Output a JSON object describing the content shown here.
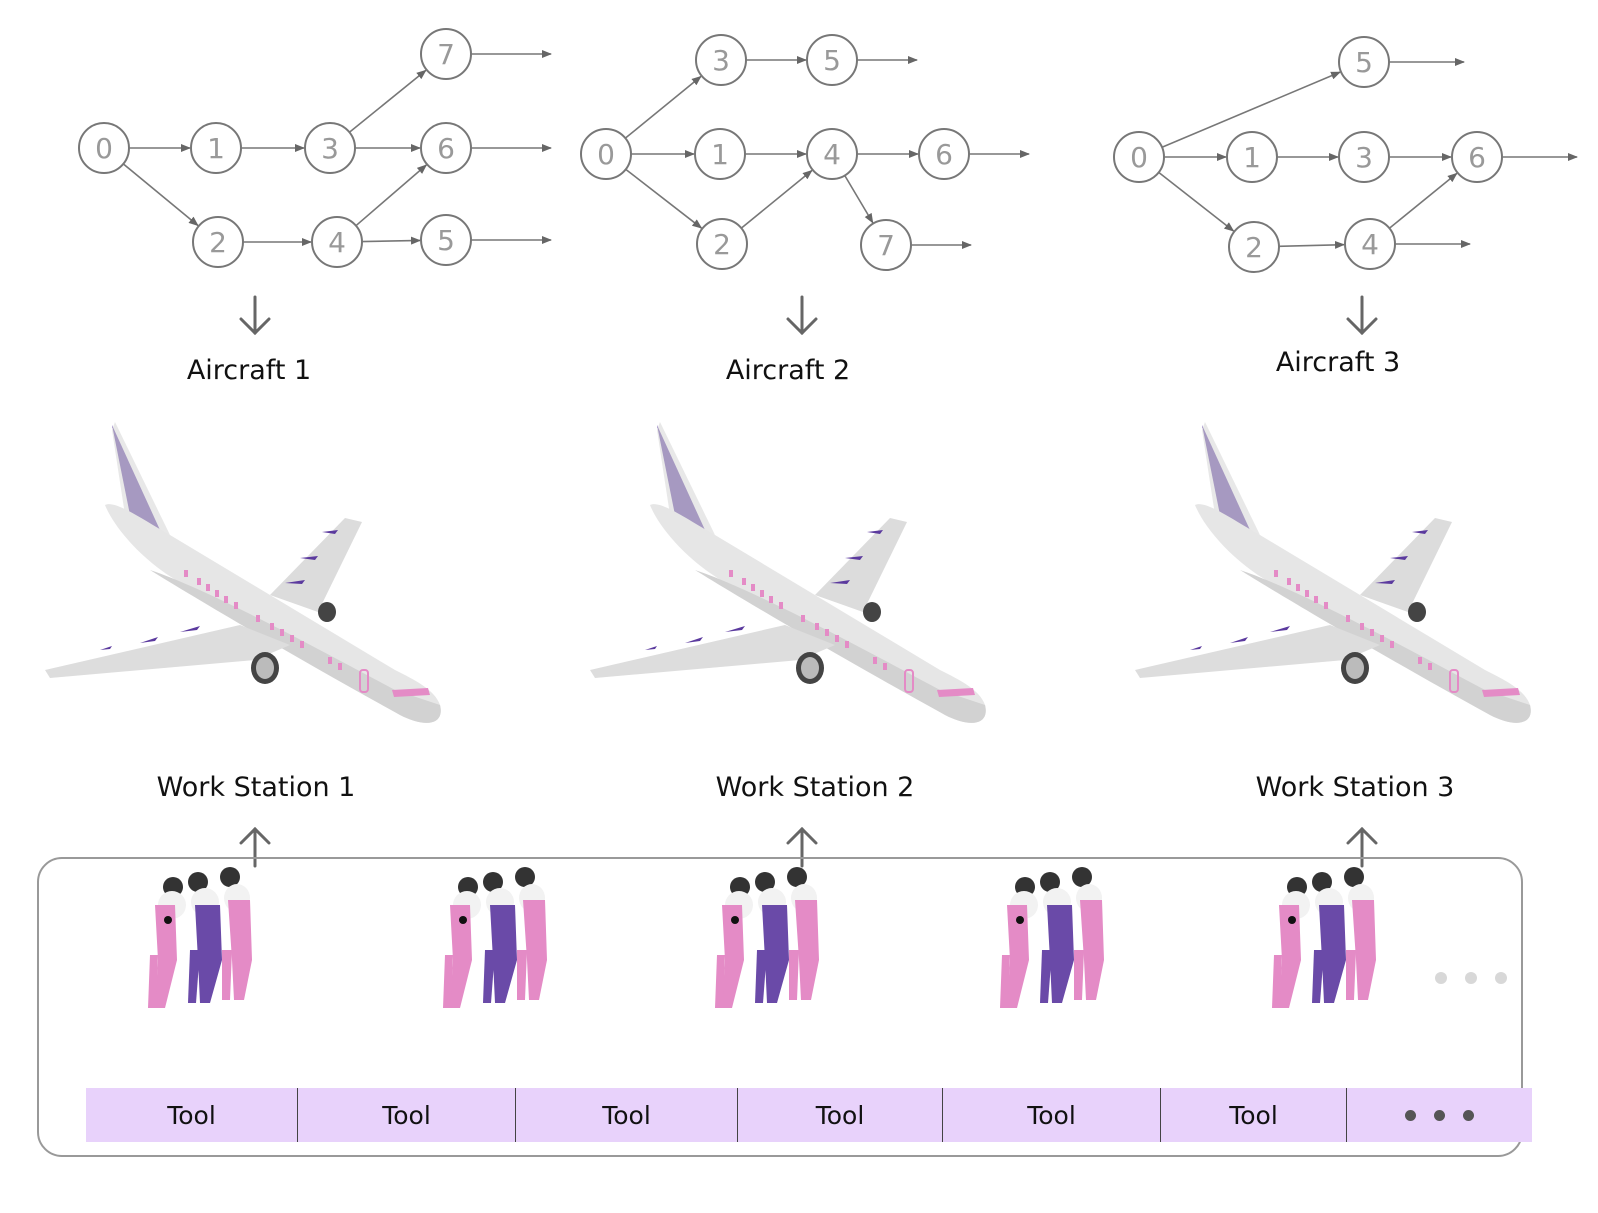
{
  "graphs": [
    {
      "nodes": [
        {
          "id": "0",
          "label": "0"
        },
        {
          "id": "1",
          "label": "1"
        },
        {
          "id": "2",
          "label": "2"
        },
        {
          "id": "3",
          "label": "3"
        },
        {
          "id": "4",
          "label": "4"
        },
        {
          "id": "5",
          "label": "5"
        },
        {
          "id": "6",
          "label": "6"
        },
        {
          "id": "7",
          "label": "7"
        }
      ],
      "edges": [
        [
          "0",
          "1"
        ],
        [
          "0",
          "2"
        ],
        [
          "1",
          "3"
        ],
        [
          "2",
          "4"
        ],
        [
          "3",
          "7"
        ],
        [
          "3",
          "6"
        ],
        [
          "4",
          "6"
        ],
        [
          "4",
          "5"
        ]
      ],
      "exits": [
        "7",
        "6",
        "5"
      ]
    },
    {
      "nodes": [
        {
          "id": "0",
          "label": "0"
        },
        {
          "id": "3",
          "label": "3"
        },
        {
          "id": "5",
          "label": "5"
        },
        {
          "id": "1",
          "label": "1"
        },
        {
          "id": "4",
          "label": "4"
        },
        {
          "id": "6",
          "label": "6"
        },
        {
          "id": "2",
          "label": "2"
        },
        {
          "id": "7",
          "label": "7"
        }
      ],
      "edges": [
        [
          "0",
          "3"
        ],
        [
          "0",
          "1"
        ],
        [
          "0",
          "2"
        ],
        [
          "3",
          "5"
        ],
        [
          "1",
          "4"
        ],
        [
          "2",
          "4"
        ],
        [
          "4",
          "6"
        ],
        [
          "4",
          "7"
        ]
      ],
      "exits": [
        "5",
        "6",
        "7"
      ]
    },
    {
      "nodes": [
        {
          "id": "0",
          "label": "0"
        },
        {
          "id": "5",
          "label": "5"
        },
        {
          "id": "1",
          "label": "1"
        },
        {
          "id": "3",
          "label": "3"
        },
        {
          "id": "6",
          "label": "6"
        },
        {
          "id": "2",
          "label": "2"
        },
        {
          "id": "4",
          "label": "4"
        }
      ],
      "edges": [
        [
          "0",
          "5"
        ],
        [
          "0",
          "1"
        ],
        [
          "0",
          "2"
        ],
        [
          "1",
          "3"
        ],
        [
          "3",
          "6"
        ],
        [
          "2",
          "4"
        ],
        [
          "4",
          "6"
        ]
      ],
      "exits": [
        "5",
        "6",
        "4"
      ]
    }
  ],
  "aircraft_labels": [
    "Aircraft 1",
    "Aircraft 2",
    "Aircraft 3"
  ],
  "station_labels": [
    "Work Station 1",
    "Work Station 2",
    "Work Station 3"
  ],
  "tools": [
    "Tool",
    "Tool",
    "Tool",
    "Tool",
    "Tool",
    "Tool"
  ],
  "colors": {
    "node_stroke": "#777777",
    "node_text": "#999999",
    "plane_body": "#e3e3e3",
    "plane_accent": "#5b3a9e",
    "window_pink": "#e48bc6",
    "overall_pink": "#e48bc6",
    "overall_purple": "#6a4aa8",
    "tool_bg": "#e8d2fb"
  }
}
